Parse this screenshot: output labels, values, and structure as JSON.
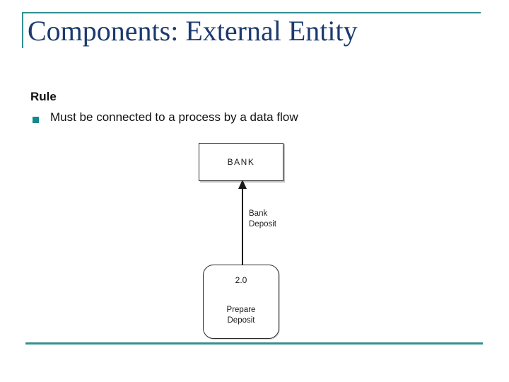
{
  "slide": {
    "title": "Components: External Entity",
    "section_heading": "Rule",
    "bullets": [
      {
        "text": "Must be connected to a process by a data flow"
      }
    ],
    "colors": {
      "accent_teal": "#339094",
      "bullet_teal": "#13898c",
      "title_navy": "#1b3a6e"
    }
  },
  "diagram": {
    "external_entity": {
      "label": "BANK"
    },
    "data_flow": {
      "label": "Bank\nDeposit"
    },
    "process": {
      "number": "2.0",
      "name": "Prepare\nDeposit"
    }
  }
}
